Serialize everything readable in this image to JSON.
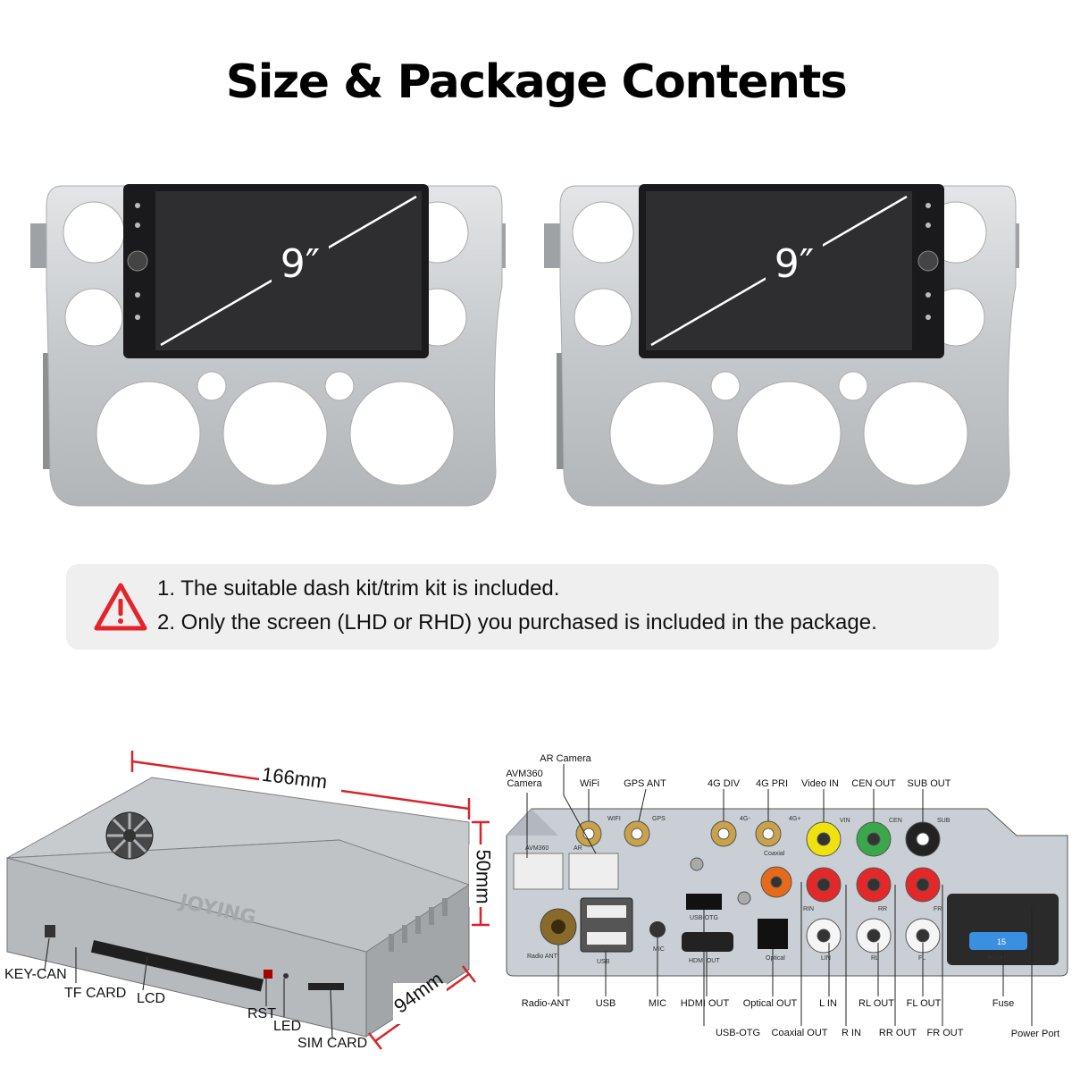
{
  "title": "Size & Package Contents",
  "screen_size_label": "9″",
  "notice": {
    "icon": "warning-triangle-icon",
    "lines": [
      "1. The suitable dash kit/trim kit is included.",
      "2. Only the screen (LHD or RHD) you purchased is included in the package."
    ]
  },
  "dimensions": {
    "length": "166mm",
    "height": "50mm",
    "width": "94mm"
  },
  "box_brand": "JOYING",
  "box_labels": {
    "key_can": "KEY-CAN",
    "tf_card": "TF CARD",
    "lcd": "LCD",
    "rst": "RST",
    "led": "LED",
    "sim_card": "SIM CARD"
  },
  "panel_top_labels": {
    "ar_camera": "AR Camera",
    "avm360_line1": "AVM360",
    "avm360_line2": "Camera",
    "wifi": "WiFi",
    "gps_ant": "GPS ANT",
    "div4g": "4G DIV",
    "pri4g": "4G PRI",
    "video_in": "Video IN",
    "cen_out": "CEN OUT",
    "sub_out": "SUB OUT"
  },
  "panel_bottom_labels": {
    "radio_ant": "Radio-ANT",
    "usb": "USB",
    "mic": "MIC",
    "hdmi_out": "HDMI OUT",
    "optical_out": "Optical OUT",
    "l_in": "L IN",
    "rl_out": "RL OUT",
    "fl_out": "FL OUT",
    "fuse": "Fuse",
    "usb_otg": "USB-OTG",
    "coaxial_out": "Coaxial OUT",
    "r_in": "R IN",
    "rr_out": "RR OUT",
    "fr_out": "FR OUT",
    "power_port": "Power Port"
  },
  "panel_printed": {
    "avm360": "AVM360",
    "ar": "AR",
    "wifi": "WIFI",
    "gps": "GPS",
    "g4a": "4G-",
    "g4b": "4G+",
    "vin": "VIN",
    "cen": "CEN",
    "sub": "SUB",
    "coaxial": "Coaxial",
    "usb_otg": "USB-OTG",
    "radio_ant": "Radio ANT",
    "usb": "USB",
    "mic": "MIC",
    "hdmi_out": "HDMI OUT",
    "optical": "Optical",
    "rin": "RIN",
    "rr": "RR",
    "fr": "FR",
    "lin": "LIN",
    "rl": "RL",
    "fl": "FL",
    "power": "Power",
    "fuse_value": "15"
  },
  "colors": {
    "warning_red": "#e5232b",
    "dim_line_red": "#d8232a",
    "trim_silver": "#c9cccf",
    "screen_black": "#2e2e30",
    "notice_bg": "#efefef"
  }
}
